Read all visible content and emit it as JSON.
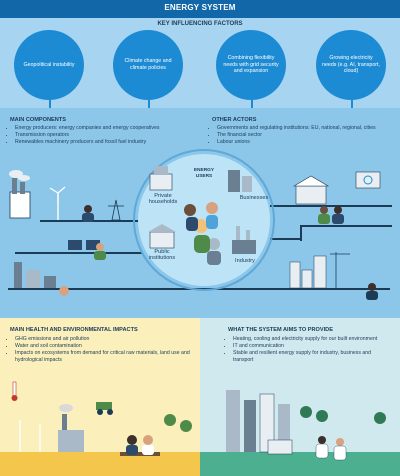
{
  "title": "ENERGY SYSTEM",
  "key_factors": {
    "heading": "KEY INFLUENCING FACTORS",
    "items": [
      "Geopolitical instability",
      "Climate change and climate policies",
      "Combining flexibility needs with grid security and expansion",
      "Growing electricity needs (e.g. AI, transport, cloud)"
    ]
  },
  "main_components": {
    "heading": "MAIN COMPONENTS",
    "items": [
      "Energy producers: energy companies and energy cooperatives",
      "Transmission operators",
      "Renewables machinery producers and fossil fuel industry"
    ]
  },
  "other_actors": {
    "heading": "OTHER ACTORS",
    "items": [
      "Governments and regulating institutions: EU, national, regional, cities",
      "The financial sector",
      "Labour unions"
    ]
  },
  "energy_users": {
    "heading": "ENERGY USERS",
    "private_households": "Private households",
    "businesses": "Businesses",
    "public_institutions": "Public institutions",
    "industry": "Industry"
  },
  "health_impacts": {
    "heading": "MAIN HEALTH AND ENVIRONMENTAL IMPACTS",
    "items": [
      "GHG emissions and air pollution",
      "Water and soil contamination",
      "Impacts on ecosystems from demand for critical raw materials, land use and hydrological impacts"
    ]
  },
  "aims": {
    "heading": "WHAT THE SYSTEM AIMS TO PROVIDE",
    "items": [
      "Heating, cooling and electricity supply for our built environment",
      "IT and communication",
      "Stable and resilient energy supply for industry, business and transport"
    ]
  },
  "colors": {
    "title_bar": "#1167a8",
    "factor_circle": "#1c8bd3",
    "top_band": "#a7d5f1",
    "middle_band": "#8cc7ea",
    "impacts_panel": "#fbefbc",
    "aims_panel": "#cfe9ee"
  }
}
